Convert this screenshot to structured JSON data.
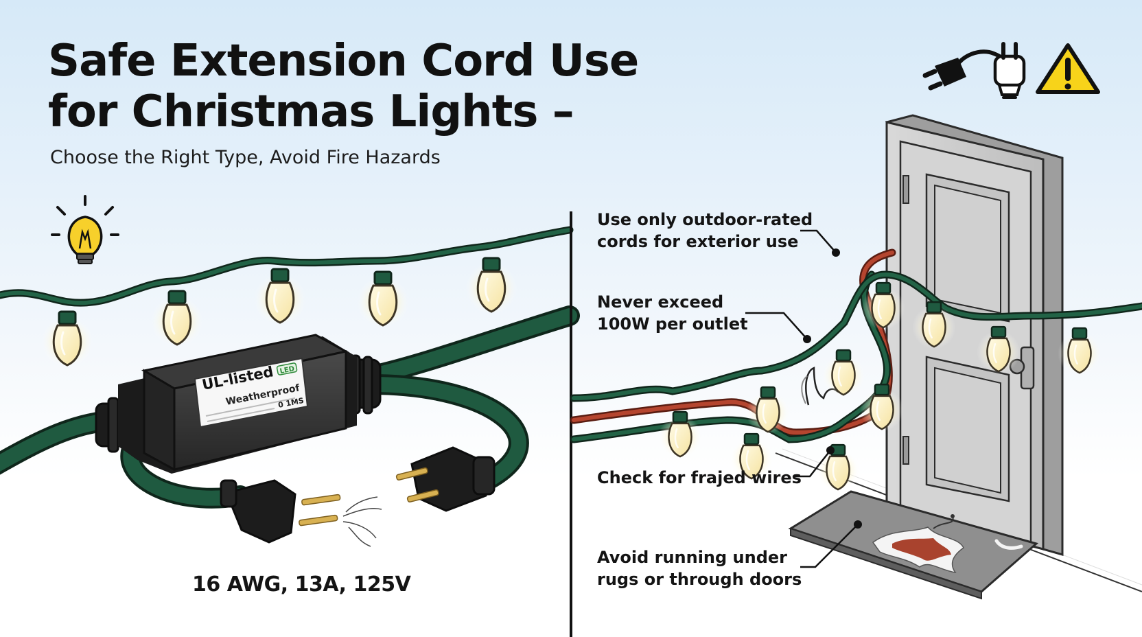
{
  "header": {
    "title_line1": "Safe Extension Cord Use",
    "title_line2": "for Christmas Lights –",
    "subtitle": "Choose the Right Type, Avoid Fire Hazards"
  },
  "left_panel": {
    "device_label_main": "UL-listed",
    "device_badge": "LED",
    "device_label_sub": "Weatherproof",
    "device_label_small": "0 1MS",
    "spec": "16 AWG, 13A, 125V"
  },
  "right_panel": {
    "callouts": [
      {
        "line1": "Use only outdoor-rated",
        "line2": "cords for exterior use"
      },
      {
        "line1": "Never exceed",
        "line2": "100W per outlet"
      },
      {
        "line1": "Check for frajed wires",
        "line2": ""
      },
      {
        "line1": "Avoid running under",
        "line2": "rugs or through doors"
      }
    ]
  },
  "icons": [
    "plug-icon",
    "adapter-icon",
    "warning-icon",
    "lightbulb-icon"
  ],
  "colors": {
    "cord_green": "#1f5a40",
    "cord_red": "#b5452f",
    "bulb_glow": "#fff4c8",
    "warning_yellow": "#f7d31a",
    "door_gray": "#c9c9c9"
  }
}
